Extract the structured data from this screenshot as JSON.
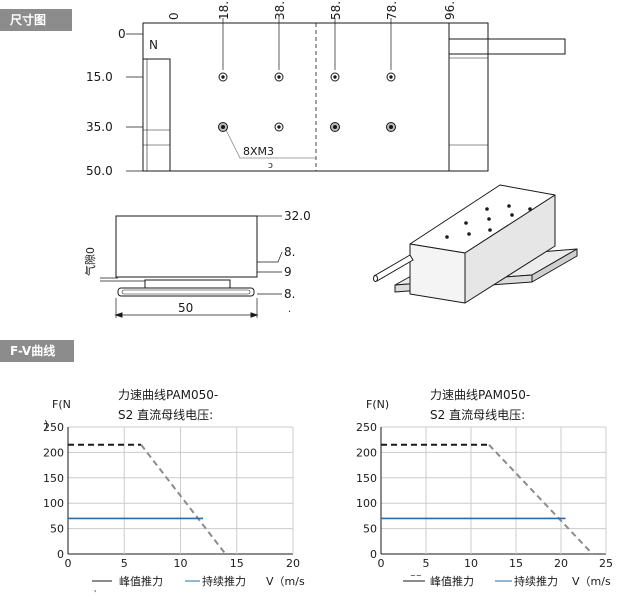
{
  "sections": {
    "dimension_title": "尺寸图",
    "fv_title": "F-V曲线"
  },
  "top_view": {
    "x_ticks": [
      "0",
      "18.",
      "38.",
      "58.",
      "78.",
      "96."
    ],
    "y_ticks": [
      "0",
      "15.0",
      "35.0",
      "50.0"
    ],
    "pole_label": "N",
    "hole_callout": "8XM3",
    "small_mark": "ɔ"
  },
  "side_view": {
    "right_labels": [
      "32.0",
      "8.",
      "9",
      "8."
    ],
    "gap_label": "气隙0",
    "width_label": "50",
    "stray_mark": "."
  },
  "charts": [
    {
      "title_line1": "力速曲线PAM050-",
      "title_line2": "S2 直流母线电压:",
      "y_label": "F(N",
      "y_label_cont": ")",
      "y_ticks": [
        "250",
        "200",
        "150",
        "100",
        "50",
        "0"
      ],
      "x_ticks": [
        "0",
        "5",
        "10",
        "15",
        "20"
      ],
      "legend_peak": "峰值推力",
      "legend_cont": "持续推力",
      "legend_v": "V（m/s",
      "stray_mark": "'"
    },
    {
      "title_line1": "力速曲线PAM050-",
      "title_line2": "S2 直流母线电压:",
      "y_label": "F(N)",
      "y_ticks": [
        "250",
        "200",
        "150",
        "100",
        "50",
        "0"
      ],
      "x_ticks": [
        "0",
        "5",
        "10",
        "15",
        "20",
        "25"
      ],
      "legend_peak": "峰值推力",
      "legend_cont": "持续推力",
      "legend_v": "V（m/s",
      "overlap_mark": "~~"
    }
  ],
  "chart_data": [
    {
      "type": "line",
      "xlim": [
        0,
        20
      ],
      "ylim": [
        0,
        250
      ],
      "series": [
        {
          "name": "峰值推力",
          "x": [
            0,
            6.5,
            14.0
          ],
          "y": [
            215,
            215,
            0
          ],
          "style": "dashed",
          "color": "#1a1a1a",
          "color_tail": "#8c8c8c"
        },
        {
          "name": "持续推力",
          "x": [
            0,
            12.0
          ],
          "y": [
            70,
            70
          ],
          "style": "solid",
          "color": "#2c6aa8"
        }
      ]
    },
    {
      "type": "line",
      "xlim": [
        0,
        25
      ],
      "ylim": [
        0,
        250
      ],
      "series": [
        {
          "name": "峰值推力",
          "x": [
            0,
            12.0,
            23.5
          ],
          "y": [
            215,
            215,
            0
          ],
          "style": "dashed",
          "color": "#1a1a1a",
          "color_tail": "#8c8c8c"
        },
        {
          "name": "持续推力",
          "x": [
            0,
            20.5
          ],
          "y": [
            70,
            70
          ],
          "style": "solid",
          "color": "#2c6aa8"
        }
      ]
    }
  ],
  "colors": {
    "tag_bg": "#8c8c8c",
    "line": "#1a1a1a",
    "grid": "#cccccc",
    "blue": "#2c6aa8",
    "dash_grey": "#8c8c8c"
  }
}
